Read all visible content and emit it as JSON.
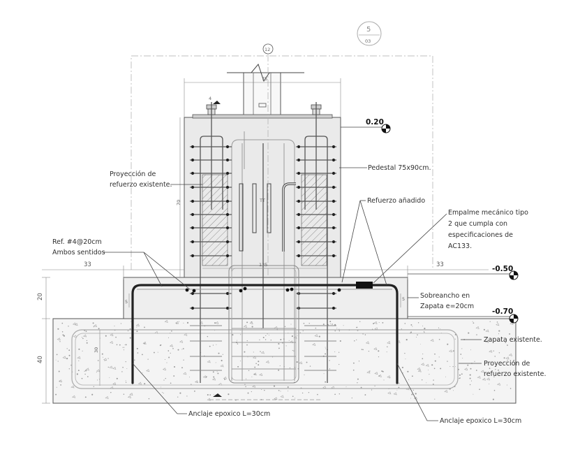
{
  "grid_marks": {
    "bubble_top": "5",
    "bubble_bottom": "03",
    "small_bubble": "12"
  },
  "levels": [
    {
      "value": "0.20"
    },
    {
      "value": "-0.50"
    },
    {
      "value": "-0.70"
    }
  ],
  "dimensions": {
    "column_width": "75",
    "anchor_number": "4",
    "pedestal_height": "70",
    "inner_width": "135",
    "left_widening": "33",
    "right_widening": "33",
    "cover_left": "5",
    "cover_right": "5",
    "widening_height": "20",
    "footing_height": "40",
    "footing_inner": "30"
  },
  "annotations": {
    "pedestal": "Pedestal 75x90cm.",
    "projection_existing_1": "Proyección de",
    "projection_existing_2": "refuerzo existente.",
    "added_rebar": "Refuerzo añadido",
    "splice_1": "Empalme mecánico tipo",
    "splice_2": "2 que cumpla con",
    "splice_3": "especificaciones de",
    "splice_4": "AC133.",
    "ref_1": "Ref. #4@20cm",
    "ref_2": "Ambos sentidos",
    "widening_1": "Sobreancho en",
    "widening_2": "Zapata e=20cm",
    "existing_footing": "Zapata existente.",
    "projection_footing_1": "Proyección de",
    "projection_footing_2": "refuerzo existente.",
    "anchor_left": "Anclaje epoxico L=30cm",
    "anchor_right": "Anclaje epoxico L=30cm",
    "column_tag": "TT"
  }
}
